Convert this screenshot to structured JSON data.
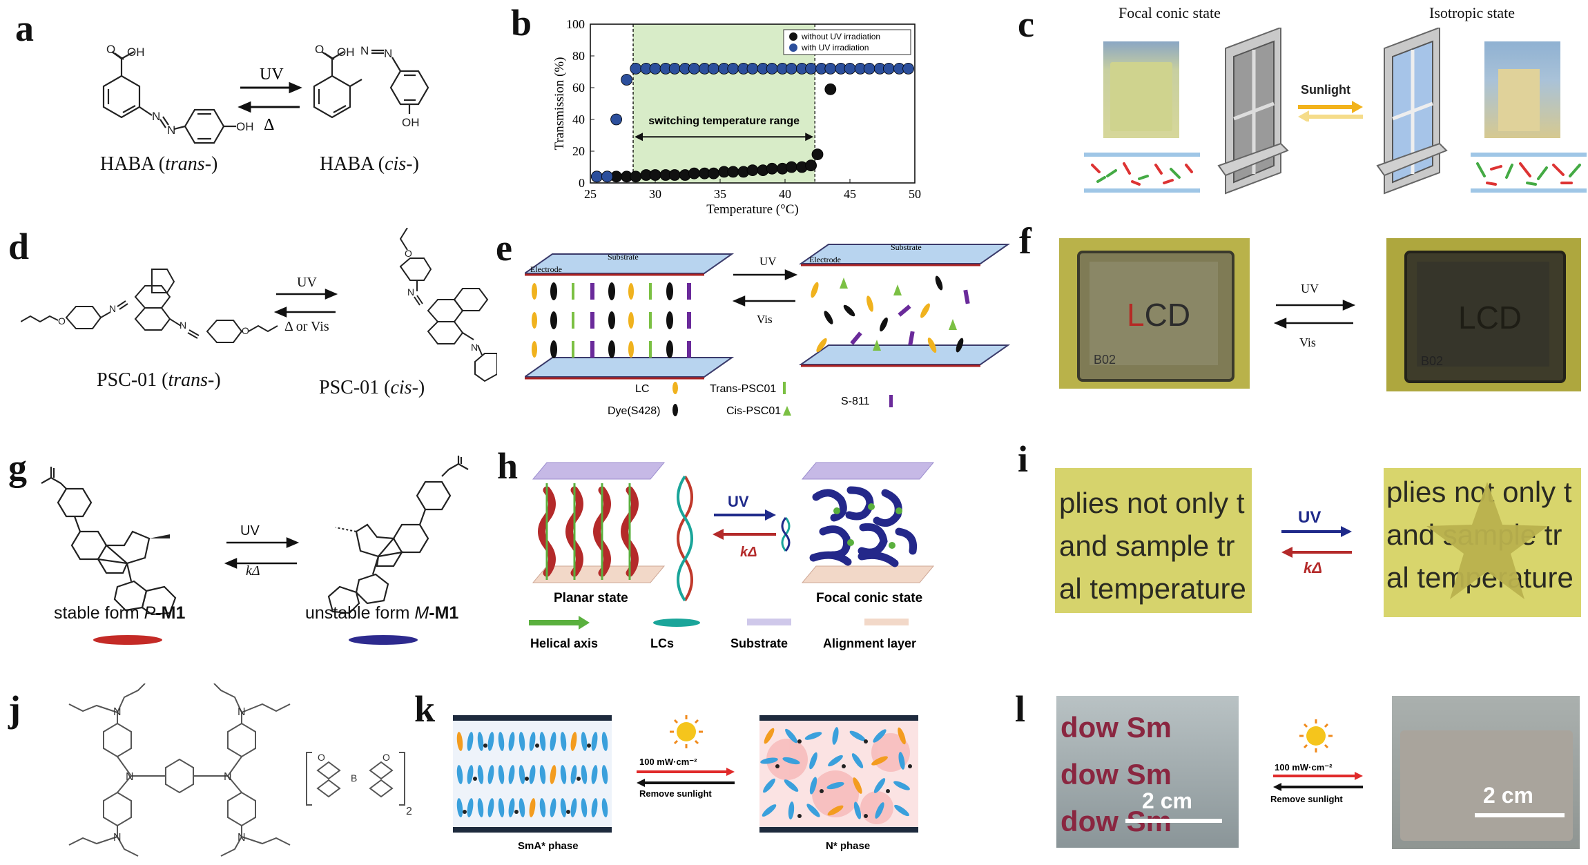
{
  "panels": {
    "a": {
      "letter": "a",
      "arrow_top": "UV",
      "arrow_bottom": "Δ",
      "left_label_prefix": "HABA (",
      "left_label_italic": "trans-",
      "left_label_suffix": ")",
      "right_label_prefix": "HABA (",
      "right_label_italic": "cis-",
      "right_label_suffix": ")",
      "atoms": {
        "oh": "OH",
        "o": "O",
        "n": "N"
      }
    },
    "b": {
      "letter": "b",
      "range_label": "switching temperature range"
    },
    "c": {
      "letter": "c",
      "left_title": "Focal conic state",
      "right_title": "Isotropic state",
      "arrow_label": "Sunlight"
    },
    "d": {
      "letter": "d",
      "arrow_top": "UV",
      "arrow_bottom": "Δ or Vis",
      "left_label_prefix": "PSC-01 (",
      "left_label_italic": "trans-",
      "left_label_suffix": ")",
      "right_label_prefix": "PSC-01 (",
      "right_label_italic": "cis-",
      "right_label_suffix": ")"
    },
    "e": {
      "letter": "e",
      "substrate": "Substrate",
      "electrode": "Electrode",
      "arrow_top": "UV",
      "arrow_bottom": "Vis",
      "legend": {
        "lc": "LC",
        "dye": "Dye(S428)",
        "trans": "Trans-PSC01",
        "cis": "Cis-PSC01",
        "s811": "S-811"
      }
    },
    "f": {
      "letter": "f",
      "arrow_top": "UV",
      "arrow_bottom": "Vis",
      "cell_text": "LCD",
      "cell_code": "B02"
    },
    "g": {
      "letter": "g",
      "arrow_top": "UV",
      "arrow_bottom": "kΔ",
      "left_label_prefix": "stable form ",
      "left_label_italic": "P",
      "left_label_bold": "-M1",
      "right_label_prefix": "unstable form ",
      "right_label_italic": "M",
      "right_label_bold": "-M1"
    },
    "h": {
      "letter": "h",
      "arrow_top": "UV",
      "arrow_bottom": "kΔ",
      "left_state": "Planar state",
      "right_state": "Focal conic state",
      "legend": {
        "helical": "Helical axis",
        "lcs": "LCs",
        "substrate": "Substrate",
        "alignment": "Alignment layer"
      }
    },
    "i": {
      "letter": "i",
      "arrow_top": "UV",
      "arrow_bottom": "kΔ",
      "text_lines": [
        "plies not only t",
        "and sample tr",
        "al temperature"
      ]
    },
    "j": {
      "letter": "j",
      "subscript": "2",
      "atoms": {
        "n": "N",
        "o": "O",
        "b": "B"
      }
    },
    "k": {
      "letter": "k",
      "intensity": "100 mW·cm⁻²",
      "remove": "Remove sunlight",
      "left_phase": "SmA* phase",
      "right_phase": "N* phase"
    },
    "l": {
      "letter": "l",
      "intensity": "100 mW·cm⁻²",
      "remove": "Remove sunlight",
      "scale": "2 cm",
      "text_line": "dow Sm"
    }
  },
  "chart_data": {
    "type": "scatter",
    "xlabel": "Temperature (°C)",
    "ylabel": "Transmission (%)",
    "xlim": [
      25,
      50
    ],
    "ylim": [
      0,
      100
    ],
    "xticks": [
      "25",
      "30",
      "35",
      "40",
      "45",
      "50"
    ],
    "yticks": [
      "0",
      "20",
      "40",
      "60",
      "80",
      "100"
    ],
    "shaded_range": [
      28.3,
      42.3
    ],
    "legend_position": "top-right",
    "series": [
      {
        "name": "without UV irradiation",
        "color": "#111111",
        "x": [
          25.5,
          26.3,
          27.0,
          27.8,
          28.5,
          29.3,
          30.0,
          30.8,
          31.5,
          32.3,
          33.0,
          33.8,
          34.5,
          35.3,
          36.0,
          36.8,
          37.5,
          38.3,
          39.0,
          39.8,
          40.5,
          41.3,
          42.0,
          42.5,
          43.5
        ],
        "y": [
          4,
          4,
          4,
          4,
          4,
          5,
          5,
          5,
          5,
          5,
          6,
          6,
          6,
          7,
          7,
          7,
          8,
          8,
          9,
          9,
          10,
          10,
          11,
          18,
          59
        ]
      },
      {
        "name": "with UV irradiation",
        "color": "#2c4f9c",
        "x": [
          25.5,
          26.3,
          27.0,
          27.8,
          28.5,
          29.3,
          30.0,
          30.8,
          31.5,
          32.3,
          33.0,
          33.8,
          34.5,
          35.3,
          36.0,
          36.8,
          37.5,
          38.3,
          39.0,
          39.8,
          40.5,
          41.3,
          42.0,
          42.8,
          43.5,
          44.3,
          45.0,
          45.8,
          46.5,
          47.3,
          48.0,
          48.8,
          49.5
        ],
        "y": [
          4,
          4,
          40,
          65,
          72,
          72,
          72,
          72,
          72,
          72,
          72,
          72,
          72,
          72,
          72,
          72,
          72,
          72,
          72,
          72,
          72,
          72,
          72,
          72,
          72,
          72,
          72,
          72,
          72,
          72,
          72,
          72,
          72
        ]
      }
    ]
  }
}
